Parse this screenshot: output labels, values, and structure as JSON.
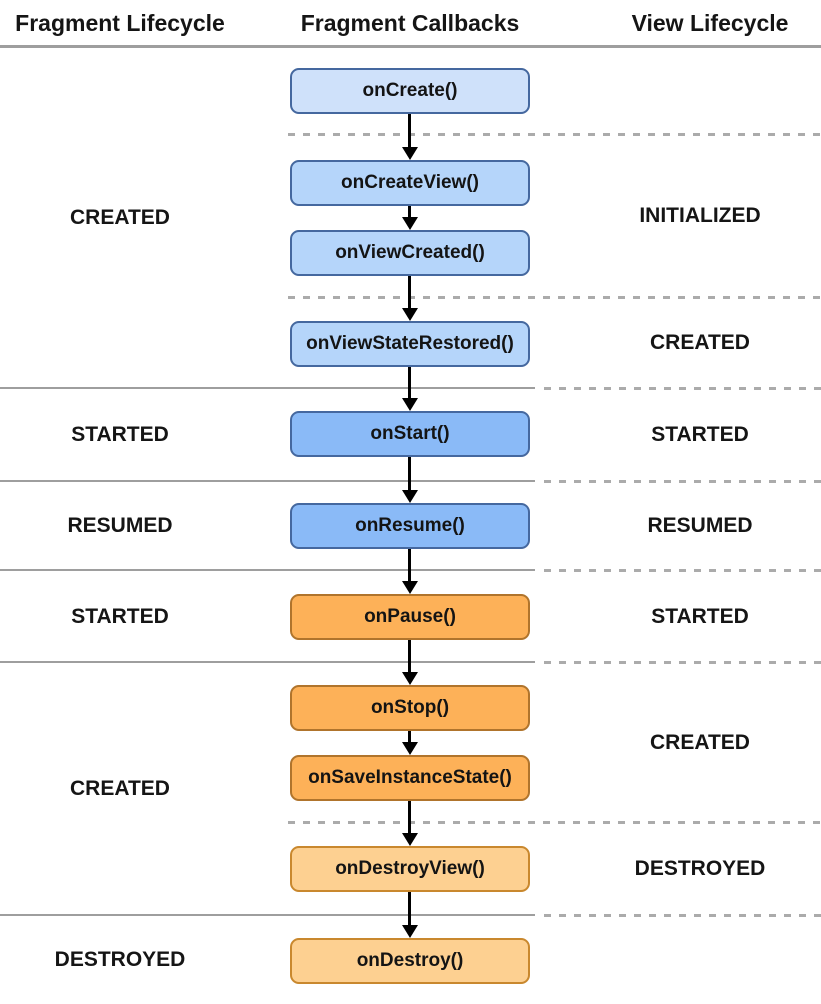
{
  "header": {
    "columns": [
      {
        "label": "Fragment Lifecycle"
      },
      {
        "label": "Fragment Callbacks"
      },
      {
        "label": "View Lifecycle"
      }
    ]
  },
  "callbacks": [
    {
      "label": "onCreate()",
      "fill": "#cfe1fa",
      "border": "#45689f"
    },
    {
      "label": "onCreateView()",
      "fill": "#b5d5fa",
      "border": "#45689f"
    },
    {
      "label": "onViewCreated()",
      "fill": "#b5d5fa",
      "border": "#45689f"
    },
    {
      "label": "onViewStateRestored()",
      "fill": "#b5d5fa",
      "border": "#45689f"
    },
    {
      "label": "onStart()",
      "fill": "#8abaf7",
      "border": "#45689f"
    },
    {
      "label": "onResume()",
      "fill": "#8abaf7",
      "border": "#45689f"
    },
    {
      "label": "onPause()",
      "fill": "#fdb158",
      "border": "#b0742c"
    },
    {
      "label": "onStop()",
      "fill": "#fdb158",
      "border": "#b0742c"
    },
    {
      "label": "onSaveInstanceState()",
      "fill": "#fdb158",
      "border": "#b0742c"
    },
    {
      "label": "onDestroyView()",
      "fill": "#fdd091",
      "border": "#c9882e"
    },
    {
      "label": "onDestroy()",
      "fill": "#fdd091",
      "border": "#c9882e"
    }
  ],
  "fragment_states": [
    {
      "label": "CREATED"
    },
    {
      "label": "STARTED"
    },
    {
      "label": "RESUMED"
    },
    {
      "label": "STARTED"
    },
    {
      "label": "CREATED"
    },
    {
      "label": "DESTROYED"
    }
  ],
  "view_states": [
    {
      "label": "INITIALIZED"
    },
    {
      "label": "CREATED"
    },
    {
      "label": "STARTED"
    },
    {
      "label": "RESUMED"
    },
    {
      "label": "STARTED"
    },
    {
      "label": "CREATED"
    },
    {
      "label": "DESTROYED"
    }
  ],
  "colors": {
    "background": "#ffffff",
    "text": "#151515",
    "separator_solid": "#9e9e9e",
    "separator_dashed": "#ababab",
    "arrow": "#000000"
  }
}
